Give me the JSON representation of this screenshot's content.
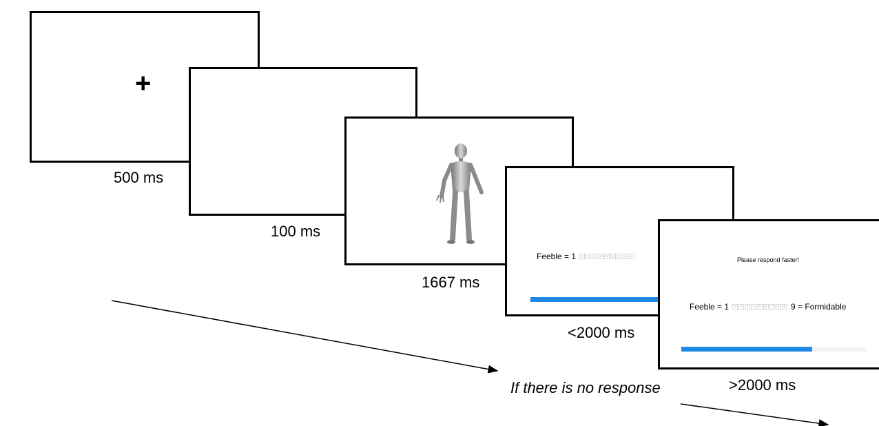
{
  "frames": {
    "fixation": {
      "symbol": "+",
      "duration": "500 ms"
    },
    "blank": {
      "duration": "100 ms"
    },
    "stimulus": {
      "duration": "1667 ms"
    },
    "rating": {
      "duration": "<2000 ms",
      "left_anchor": "Feeble = 1",
      "scale_points": [
        "1",
        "2",
        "3",
        "4",
        "5",
        "6",
        "7",
        "8",
        "9"
      ],
      "progress": 0.95
    },
    "feedback": {
      "duration": ">2000 ms",
      "message": "Please respond faster!",
      "left_anchor": "Feeble = 1",
      "right_anchor": "9 = Formidable",
      "scale_points": [
        "1",
        "2",
        "3",
        "4",
        "5",
        "6",
        "7",
        "8",
        "9"
      ],
      "progress": 0.71
    }
  },
  "condition_note": "If there is no response",
  "colors": {
    "progress": "#1e88e5",
    "frame_border": "#000000"
  },
  "icons": {
    "stimulus": "mannequin-figure-icon"
  }
}
